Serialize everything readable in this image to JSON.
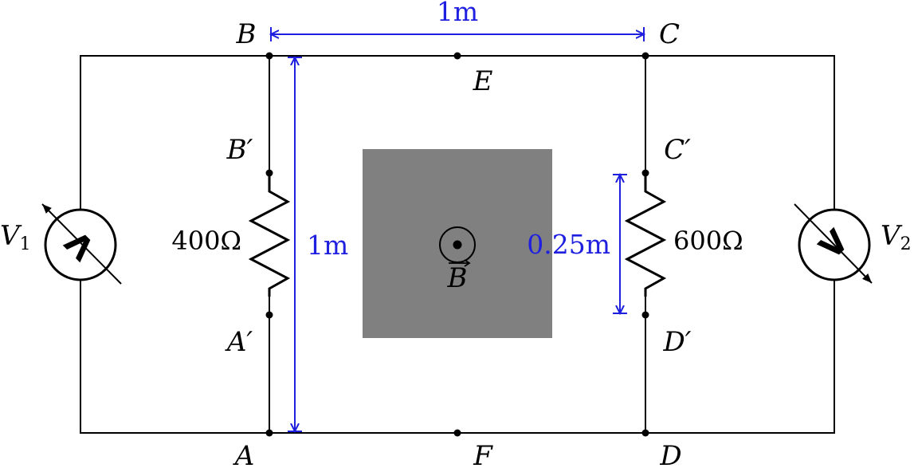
{
  "nodes": {
    "A": "A",
    "B": "B",
    "C": "C",
    "D": "D",
    "E": "E",
    "F": "F",
    "A_prime": "A′",
    "B_prime": "B′",
    "C_prime": "C′",
    "D_prime": "D′"
  },
  "resistors": {
    "left": "400Ω",
    "right": "600Ω"
  },
  "dimensions": {
    "top": "1m",
    "left": "1m",
    "right": "0.25m"
  },
  "field": {
    "label": "B",
    "region_color": "#808080"
  },
  "voltmeters": {
    "left": {
      "letter": "V",
      "subscript": "1",
      "symbol": "V"
    },
    "right": {
      "letter": "V",
      "subscript": "2",
      "symbol": "V"
    }
  },
  "colors": {
    "wire": "#000000",
    "dimension": "#1f1fe0"
  }
}
